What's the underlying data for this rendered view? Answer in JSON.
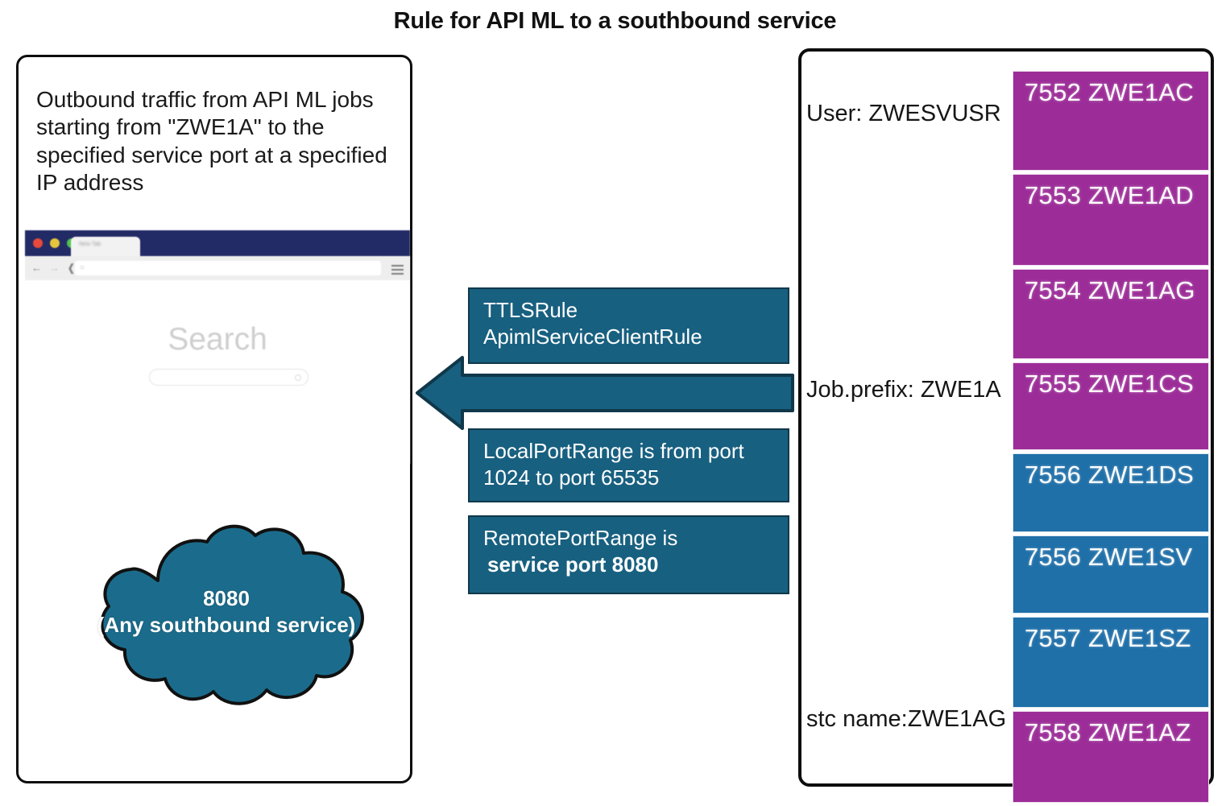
{
  "title": "Rule for API ML to a southbound service",
  "left_panel": {
    "description": "Outbound traffic from API ML jobs starting from \"ZWE1A\" to the specified service port at a specified IP address",
    "browser": {
      "tab_label": "New Tab",
      "address_placeholder": "",
      "search_heading": "Search"
    },
    "cloud": {
      "line1": "8080",
      "line2": "(Any southbound service)",
      "fill_color": "#1b6c8c"
    }
  },
  "rules": [
    {
      "id": "ttls",
      "line1": "TTLSRule",
      "line2": "ApimlServiceClientRule",
      "line2_bold": false
    },
    {
      "id": "localport",
      "line1": "LocalPortRange is from port",
      "line2": "1024 to port 65535",
      "line2_bold": false
    },
    {
      "id": "remoteport",
      "line1": "RemotePortRange is",
      "line2": "service port 8080",
      "line2_bold": true
    }
  ],
  "arrow": {
    "direction": "left",
    "fill_color": "#186080",
    "stroke_color": "#10384a"
  },
  "right_panel": {
    "labels": {
      "user": "User: ZWESVUSR",
      "job_prefix": "Job.prefix: ZWE1A",
      "stc_name": "stc name:ZWE1AG"
    },
    "ports": [
      {
        "port": "7552",
        "name": "ZWE1AC",
        "text": "7552 ZWE1AC",
        "color": "purple",
        "height": 124
      },
      {
        "port": "7553",
        "name": "ZWE1AD",
        "text": "7553 ZWE1AD",
        "color": "purple",
        "height": 114
      },
      {
        "port": "7554",
        "name": "ZWE1AG",
        "text": "7554 ZWE1AG",
        "color": "purple",
        "height": 112
      },
      {
        "port": "7555",
        "name": "ZWE1CS",
        "text": "7555 ZWE1CS",
        "color": "purple",
        "height": 109
      },
      {
        "port": "7556",
        "name": "ZWE1DS",
        "text": "7556 ZWE1DS",
        "color": "blue",
        "height": 98
      },
      {
        "port": "7556",
        "name": "ZWE1SV",
        "text": "7556 ZWE1SV",
        "color": "blue",
        "height": 97
      },
      {
        "port": "7557",
        "name": "ZWE1SZ",
        "text": "7557 ZWE1SZ",
        "color": "blue",
        "height": 113
      },
      {
        "port": "7558",
        "name": "ZWE1AZ",
        "text": "7558 ZWE1AZ",
        "color": "purple",
        "height": 114
      }
    ],
    "colors": {
      "purple": "#9c2d98",
      "blue": "#1f6fa8"
    }
  }
}
